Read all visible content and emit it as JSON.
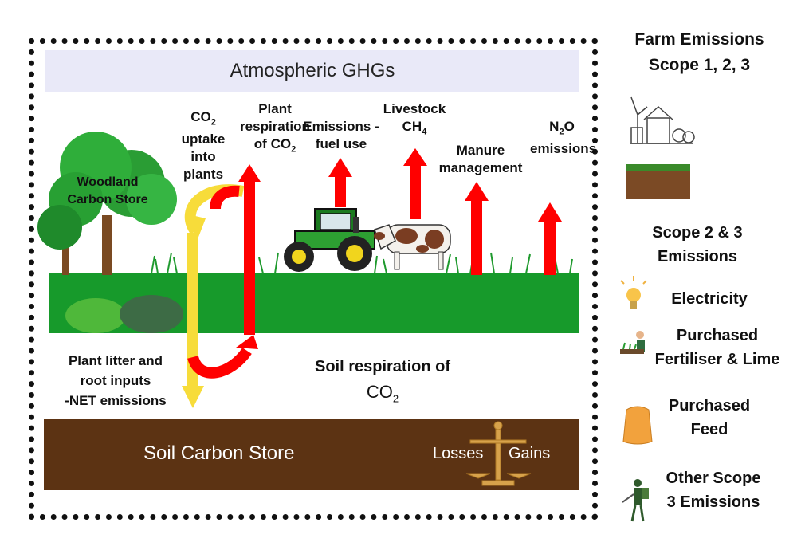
{
  "atmosphere": {
    "label": "Atmospheric GHGs"
  },
  "labels": {
    "co2_uptake_1": "CO",
    "co2_uptake_sub": "2",
    "co2_uptake_2": "uptake",
    "co2_uptake_3": "into plants",
    "plant_resp_1": "Plant",
    "plant_resp_2": "respiration",
    "plant_resp_3": "of CO",
    "plant_resp_sub": "2",
    "emissions_fuel_1": "Emissions -",
    "emissions_fuel_2": "fuel use",
    "livestock_1": "Livestock",
    "livestock_2": "CH",
    "livestock_sub": "4",
    "manure_1": "Manure",
    "manure_2": "management",
    "n2o_1": "N",
    "n2o_sub": "2",
    "n2o_2": "O",
    "n2o_3": "emissions",
    "woodland_1": "Woodland",
    "woodland_2": "Carbon Store",
    "litter_1": "Plant litter and",
    "litter_2": "root inputs",
    "litter_3": "-NET emissions",
    "soil_resp_1": "Soil respiration of",
    "soil_resp_2": "CO",
    "soil_resp_sub": "2",
    "soil_store": "Soil Carbon Store",
    "losses": "Losses",
    "gains": "Gains"
  },
  "sidebar": {
    "title_1": "Farm Emissions",
    "title_2": "Scope 1, 2, 3",
    "scope23_1": "Scope 2 & 3",
    "scope23_2": "Emissions",
    "electricity": "Electricity",
    "fertiliser_1": "Purchased",
    "fertiliser_2": "Fertiliser & Lime",
    "feed_1": "Purchased",
    "feed_2": "Feed",
    "other_1": "Other Scope",
    "other_2": "3 Emissions"
  },
  "colors": {
    "red_arrow": "#ff0000",
    "yellow_arrow": "#f7dc3a",
    "grass": "#179a2b",
    "soil": "#5c3313",
    "sky": "#e9e9f8"
  }
}
